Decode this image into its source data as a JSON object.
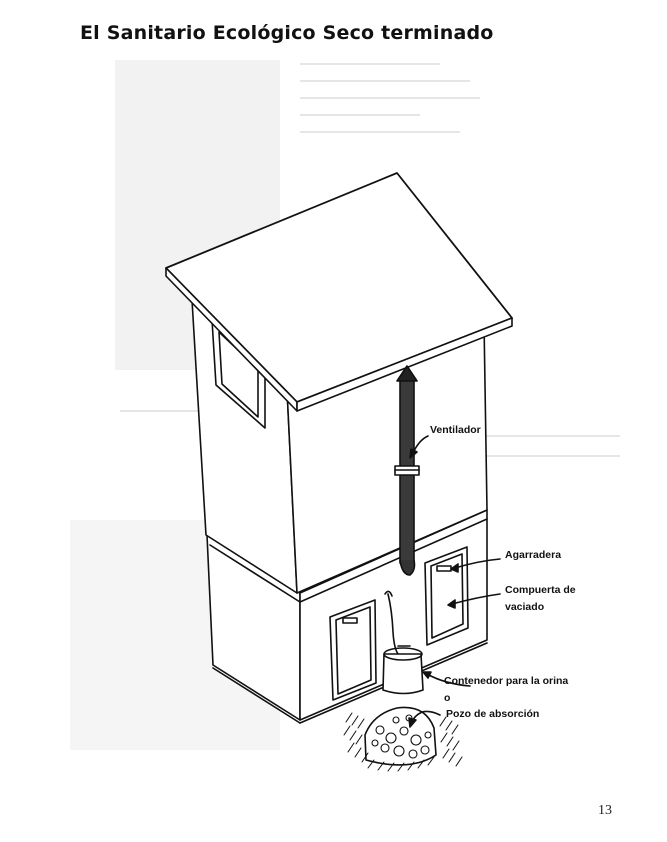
{
  "title": "El Sanitario Ecológico Seco terminado",
  "labels": {
    "ventilador": "Ventilador",
    "agarradera": "Agarradera",
    "compuerta_line1": "Compuerta de",
    "compuerta_line2": "vaciado",
    "contenedor": "Contenedor para la orina",
    "o": "o",
    "pozo": "Pozo de absorción"
  },
  "page_number": "13"
}
